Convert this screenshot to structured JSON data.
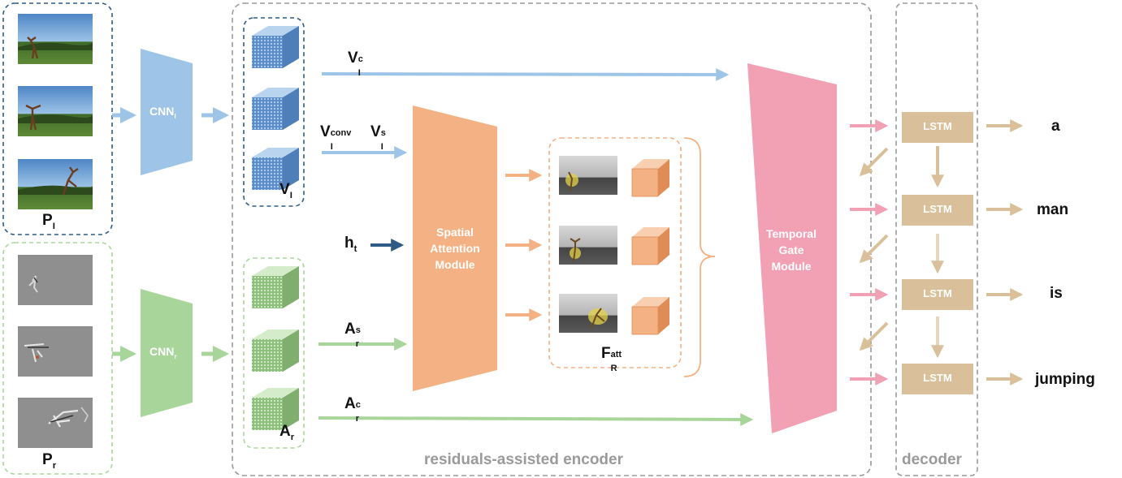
{
  "input_frames_label": {
    "main": "P",
    "sub": "I"
  },
  "residual_frames_label": {
    "main": "P",
    "sub": "r"
  },
  "cnn_i": {
    "main": "CNN",
    "sub": "I"
  },
  "cnn_r": {
    "main": "CNN",
    "sub": "r"
  },
  "features_i": {
    "main": "V",
    "sub": "I"
  },
  "features_r": {
    "main": "A",
    "sub": "r"
  },
  "v_c": {
    "main": "V",
    "sub": "I",
    "sup": "c"
  },
  "v_conv": {
    "main": "V",
    "sub": "I",
    "sup": "conv"
  },
  "v_s": {
    "main": "V",
    "sub": "I",
    "sup": "s"
  },
  "h_t": {
    "main": "h",
    "sub": "t"
  },
  "a_s": {
    "main": "A",
    "sub": "r",
    "sup": "s"
  },
  "a_c": {
    "main": "A",
    "sub": "r",
    "sup": "c"
  },
  "f_att": {
    "main": "F",
    "sub": "R",
    "sup": "att"
  },
  "spatial_module": [
    "Spatial",
    "Attention",
    "Module"
  ],
  "temporal_module": [
    "Temporal",
    "Gate",
    "Module"
  ],
  "encoder_label": "residuals-assisted encoder",
  "decoder_label": "decoder",
  "lstm_label": "LSTM",
  "output_words": [
    "a",
    "man",
    "is",
    "jumping"
  ],
  "colors": {
    "blue": "#9ec5e8",
    "blue_dark": "#2f5b86",
    "green": "#a8d69a",
    "orange": "#f4b183",
    "pink": "#f2a0b4",
    "tan": "#d9c09a",
    "grey_dash": "#9a9a9a"
  }
}
